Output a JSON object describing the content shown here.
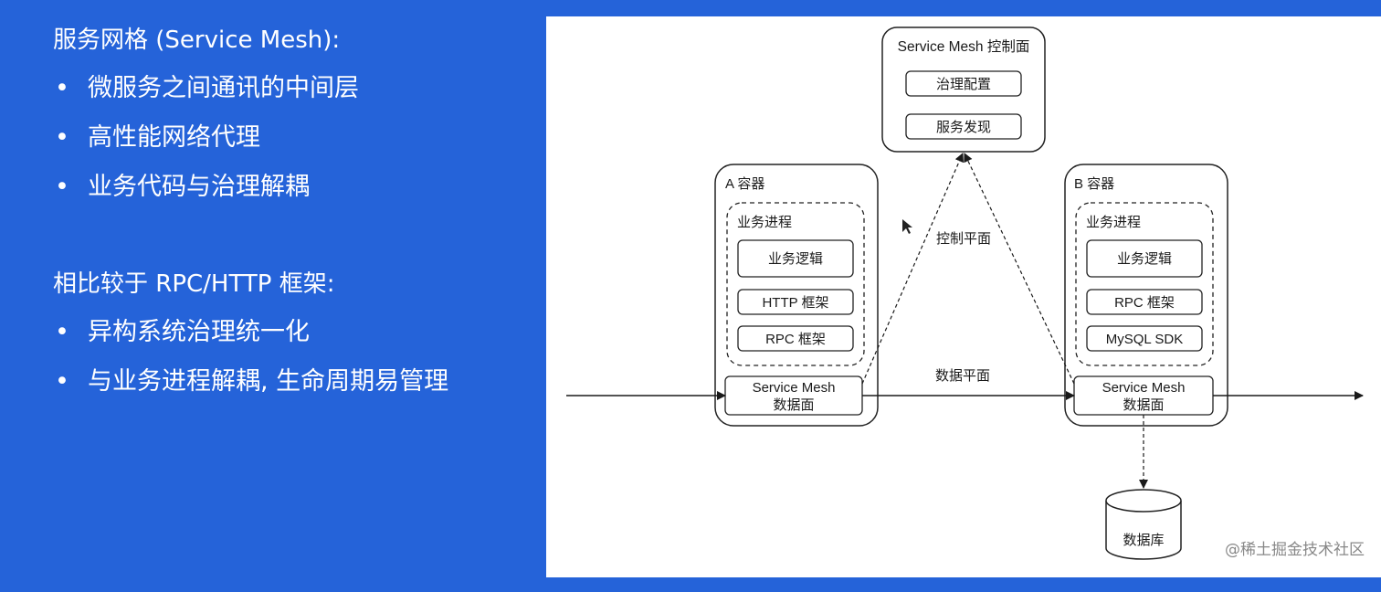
{
  "left": {
    "heading1": "服务网格 (Service Mesh):",
    "bullets1": [
      "微服务之间通讯的中间层",
      "高性能网络代理",
      "业务代码与治理解耦"
    ],
    "heading2": "相比较于 RPC/HTTP 框架:",
    "bullets2": [
      "异构系统治理统一化",
      "与业务进程解耦, 生命周期易管理"
    ],
    "bullet_symbol": "•"
  },
  "diagram": {
    "control_plane": {
      "title": "Service Mesh 控制面",
      "items": [
        "治理配置",
        "服务发现"
      ]
    },
    "container_a": {
      "title": "A 容器",
      "process_title": "业务进程",
      "items": [
        "业务逻辑",
        "HTTP 框架",
        "RPC 框架"
      ],
      "mesh_line1": "Service Mesh",
      "mesh_line2": "数据面"
    },
    "container_b": {
      "title": "B 容器",
      "process_title": "业务进程",
      "items": [
        "业务逻辑",
        "RPC 框架",
        "MySQL SDK"
      ],
      "mesh_line1": "Service Mesh",
      "mesh_line2": "数据面"
    },
    "control_plane_label": "控制平面",
    "data_plane_label": "数据平面",
    "database_label": "数据库"
  },
  "credit": "@稀土掘金技术社区",
  "colors": {
    "background": "#2563d9",
    "panel": "#ffffff",
    "text_on_blue": "#ffffff"
  }
}
